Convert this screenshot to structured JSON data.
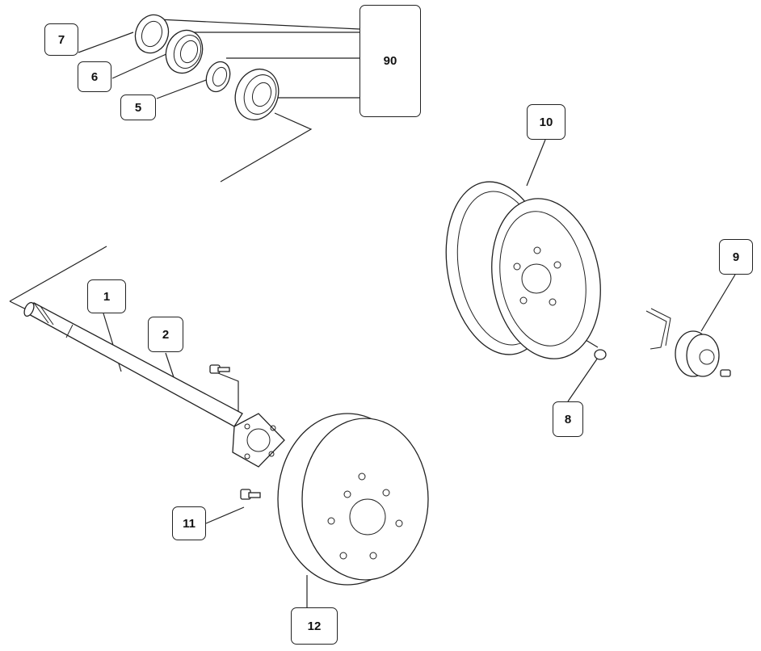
{
  "callouts": {
    "c7": "7",
    "c6": "6",
    "c5": "5",
    "c90": "90",
    "c10": "10",
    "c9": "9",
    "c1": "1",
    "c2": "2",
    "c8": "8",
    "c11": "11",
    "c12": "12"
  }
}
